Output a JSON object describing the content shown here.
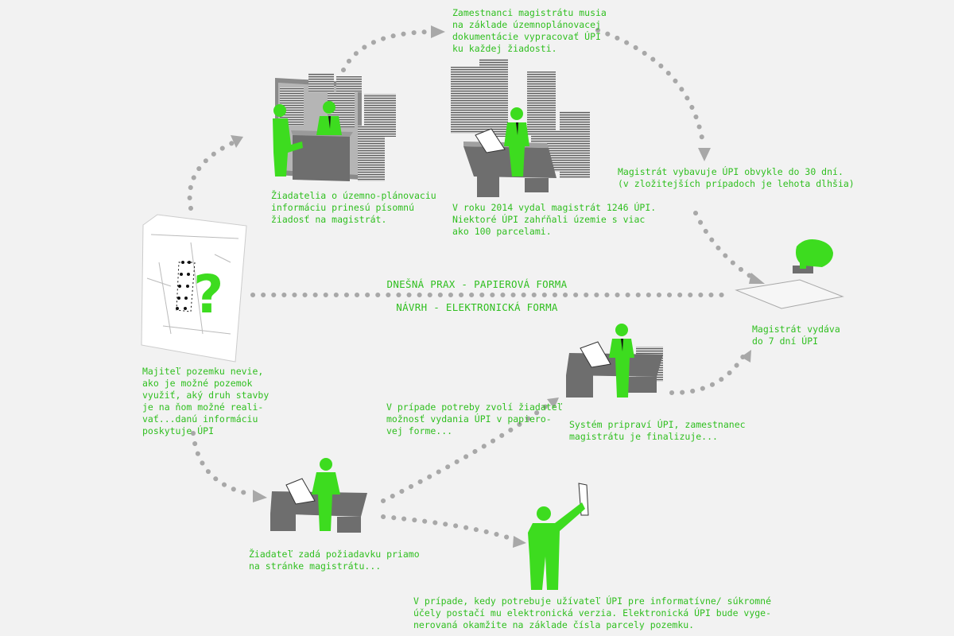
{
  "center": {
    "heading_top": "DNEŠNÁ PRAX - PAPIEROVÁ FORMA",
    "heading_bottom": "NÁVRH - ELEKTRONICKÁ FORMA"
  },
  "labels": {
    "applicants_bring_request": "Žiadatelia o územno-plánovaciu\ninformáciu prinesú písomnú\nžiadosť na magistrát.",
    "staff_must_prepare": "Zamestnanci magistrátu musia\nna základe územnoplánovacej\ndokumentácie vypracovať ÚPI\nku každej žiadosti.",
    "stats_2014": "V roku 2014 vydal magistrát 1246 ÚPI.\nNiektoré ÚPI zahŕňali územie s viac\nako 100 parcelami.",
    "issue_30_days": "Magistrát vybavuje ÚPI obvykle do 30 dní.\n(v zložitejších prípadoch je lehota dlhšia)",
    "issue_7_days": "Magistrát vydáva\ndo 7 dní ÚPI",
    "owner_question": "Majiteľ pozemku nevie,\nako je možné pozemok\nvyužiť, aký druh stavby\nje na ňom možné reali-\nvať...danú informáciu\nposkytuje ÚPI",
    "paper_option": "V prípade potreby zvolí žiadateľ\nmožnosť vydania ÚPI v papiero-\nvej forme...",
    "system_prepares": "Systém pripraví ÚPI, zamestnanec\nmagistrátu je finalizuje...",
    "online_request": "Žiadateľ zadá požiadavku priamo\nna stránke magistrátu...",
    "electronic_version": "V prípade, kedy potrebuje užívateľ ÚPI pre informatívne/ súkromné\núčely postačí mu elektronická verzia. Elektronická ÚPI bude vyge-\nnerovaná okamžite na základe čísla parcely pozemku."
  },
  "colors": {
    "background": "#f2f2f2",
    "accent_green": "#3ddc1f",
    "text_green": "#2fbf1f",
    "dot_grey": "#a8a8a8",
    "desk_grey": "#6e6e6e"
  }
}
